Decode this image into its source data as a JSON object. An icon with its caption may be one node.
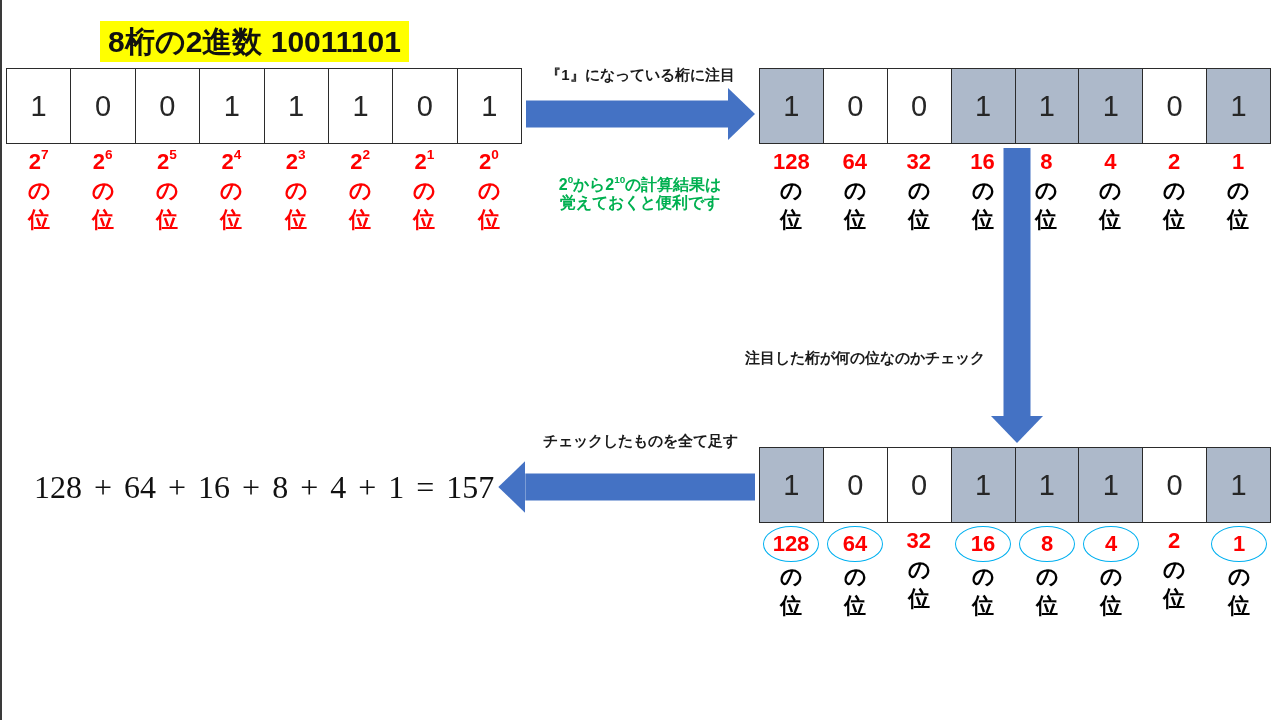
{
  "diagram": {
    "title": "8桁の2進数 10011101",
    "nodes": [
      {
        "text": [],
        "shape": "box"
      },
      {
        "text": [
          "1"
        ],
        "in": 0,
        "beside": [
          "2$^{7}$",
          "の位"
        ]
      },
      {
        "text": [
          "0"
        ],
        "in": 0,
        "beside": [
          "2$^{6}$",
          "の位"
        ]
      },
      {
        "text": [
          "0"
        ],
        "in": 0,
        "beside": [
          "2$^{5}$",
          "の位"
        ]
      },
      {
        "text": [
          "1"
        ],
        "in": 0,
        "beside": [
          "2$^{4}$",
          "の位"
        ]
      },
      {
        "text": [
          "1"
        ],
        "in": 0,
        "beside": [
          "2$^{3}$",
          "の位"
        ]
      },
      {
        "text": [
          "1"
        ],
        "in": 0,
        "beside": [
          "2$^{2}$",
          "の位"
        ]
      },
      {
        "text": [
          "0"
        ],
        "in": 0,
        "beside": [
          "2$^{1}$",
          "の位"
        ]
      },
      {
        "text": [
          "1"
        ],
        "in": 0,
        "beside": [
          "2$^{0}$",
          "の位"
        ]
      },
      {
        "text": [],
        "shape": "box"
      },
      {
        "text": [
          "1"
        ],
        "in": 9,
        "beside": [
          "128",
          "の位"
        ]
      },
      {
        "text": [
          "0"
        ],
        "in": 9,
        "beside": [
          "64",
          "の位"
        ]
      },
      {
        "text": [
          "0"
        ],
        "in": 9,
        "beside": [
          "32",
          "の位"
        ]
      },
      {
        "text": [
          "1"
        ],
        "in": 9,
        "beside": [
          "16",
          "の位"
        ]
      },
      {
        "text": [
          "1"
        ],
        "in": 9,
        "beside": [
          "8",
          "の位"
        ]
      },
      {
        "text": [
          "1"
        ],
        "in": 9,
        "beside": [
          "4",
          "の位"
        ]
      },
      {
        "text": [
          "0"
        ],
        "in": 9,
        "beside": [
          "2",
          "の位"
        ]
      },
      {
        "text": [
          "1"
        ],
        "in": 9,
        "beside": [
          "1",
          "の位"
        ]
      },
      {
        "text": [
          "128 + 64 + 16 + 8 + 4 + 1 = 157"
        ]
      },
      {
        "text": [],
        "shape": "box"
      },
      {
        "text": [
          "1"
        ],
        "in": 19
      },
      {
        "text": [
          "0"
        ],
        "in": 19
      },
      {
        "text": [
          "0"
        ],
        "in": 19,
        "beside": [
          "32",
          "の位"
        ]
      },
      {
        "text": [
          "1"
        ],
        "in": 19
      },
      {
        "text": [
          "1"
        ],
        "in": 19
      },
      {
        "text": [
          "1"
        ],
        "in": 19
      },
      {
        "text": [
          "0"
        ],
        "in": 19,
        "beside": [
          "2",
          "の位"
        ]
      },
      {
        "text": [
          "1"
        ],
        "in": 19
      },
      {
        "text": [
          "128"
        ],
        "beside": [
          "の位"
        ]
      },
      {
        "text": [
          "64"
        ],
        "beside": [
          "の位"
        ]
      },
      {
        "text": [
          "16"
        ],
        "beside": [
          "の位"
        ]
      },
      {
        "text": [
          "8"
        ],
        "beside": [
          "の位"
        ]
      },
      {
        "text": [
          "4"
        ],
        "beside": [
          "の位"
        ]
      },
      {
        "text": [
          "1"
        ],
        "beside": [
          "の位"
        ]
      }
    ],
    "edges": [
      {
        "from": 0,
        "to": 9,
        "arrow": "to",
        "label": "『1』になっている桁に注目"
      },
      {
        "from": 9,
        "to": 19,
        "arrow": "to",
        "label": "注目した桁が何の位なのかチェック"
      },
      {
        "from": 19,
        "to": 18,
        "arrow": "to",
        "label": "チェックしたものを全て足す"
      }
    ],
    "labels": [
      "2$^{0}$から2$^{10}$の計算結果は覚えておくと便利です"
    ]
  }
}
